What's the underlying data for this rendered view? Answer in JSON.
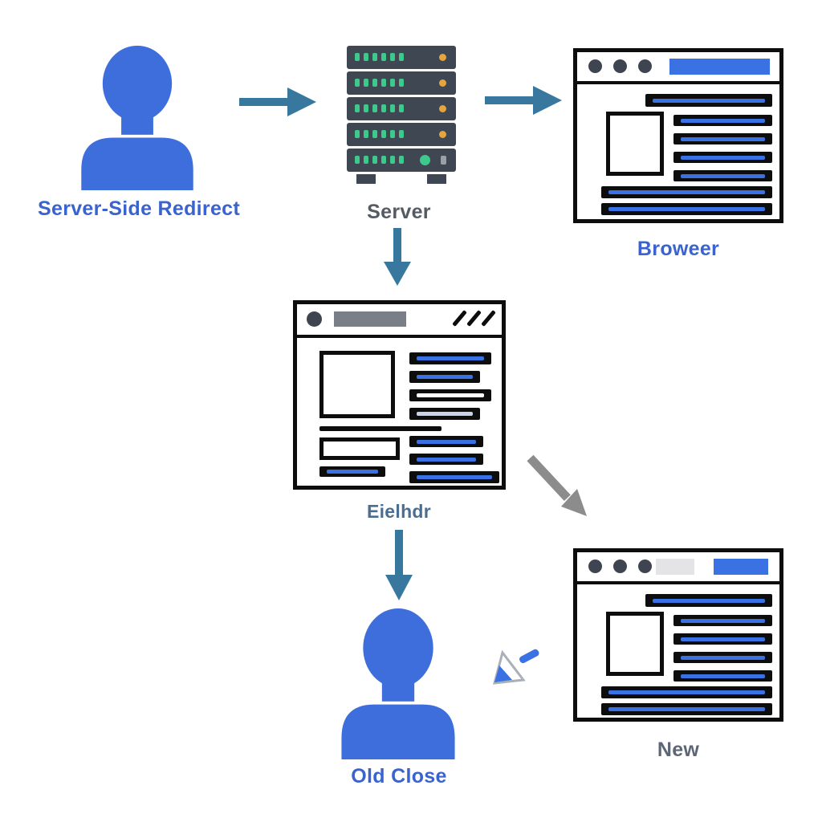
{
  "nodes": {
    "user": {
      "label": "Server-Side Redirect"
    },
    "server": {
      "label": "Server"
    },
    "browser_top": {
      "label": "Broweer"
    },
    "browser_middle": {
      "label": "Eielhdr"
    },
    "old_user": {
      "label": "Old Close"
    },
    "browser_new": {
      "label": "New"
    }
  },
  "icons": {
    "user": "person-icon",
    "server": "server-rack-icon",
    "browser_top": "browser-window-icon",
    "browser_middle": "browser-window-icon",
    "old_user": "person-icon",
    "browser_new": "browser-window-icon",
    "cursor": "cursor-icon"
  },
  "arrows": [
    {
      "name": "arrow-user-to-server",
      "direction": "right"
    },
    {
      "name": "arrow-server-to-browser",
      "direction": "right"
    },
    {
      "name": "arrow-server-to-middle-browser",
      "direction": "down"
    },
    {
      "name": "arrow-middle-browser-to-old-user",
      "direction": "down"
    },
    {
      "name": "arrow-middle-browser-to-new-browser",
      "direction": "diagonal-down-right"
    }
  ],
  "colors": {
    "person_blue": "#3d6edc",
    "label_blue": "#3a63cf",
    "label_gray": "#555b63",
    "label_steel": "#4a6d92",
    "label_slate": "#5c6675",
    "arrow_teal": "#39789e",
    "arrow_gray": "#8c8c8c",
    "bar_blue": "#3b72e3",
    "toolbar_blue": "#3b72e3",
    "server_body": "#3f4852",
    "led_green": "#3dc98b",
    "led_orange": "#e8a33d",
    "outline_black": "#0d0d0d"
  }
}
